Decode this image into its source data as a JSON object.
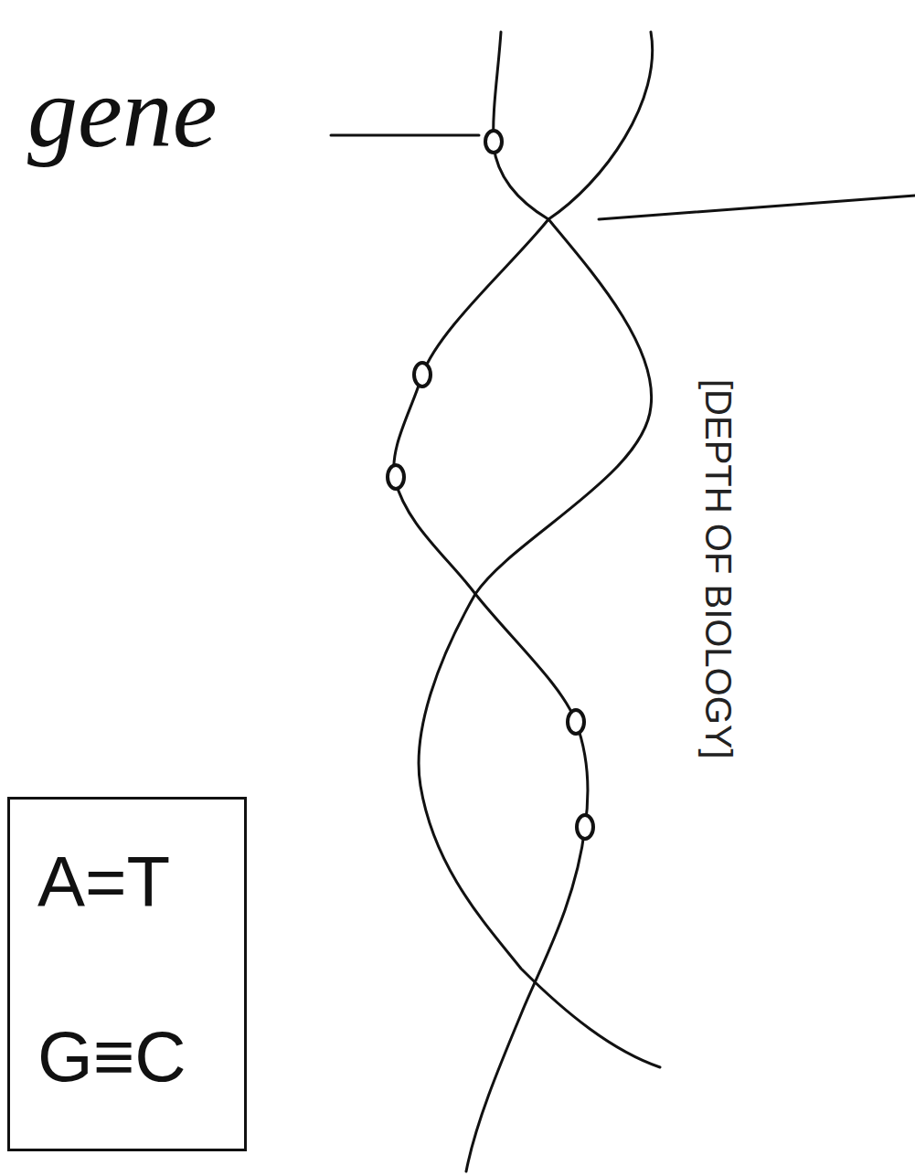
{
  "diagram": {
    "nodes": [
      {
        "text": [
          "A=T",
          "G≡C"
        ]
      }
    ],
    "labels": [
      "gene",
      "[DEPTH OF BIOLOGY]"
    ]
  }
}
